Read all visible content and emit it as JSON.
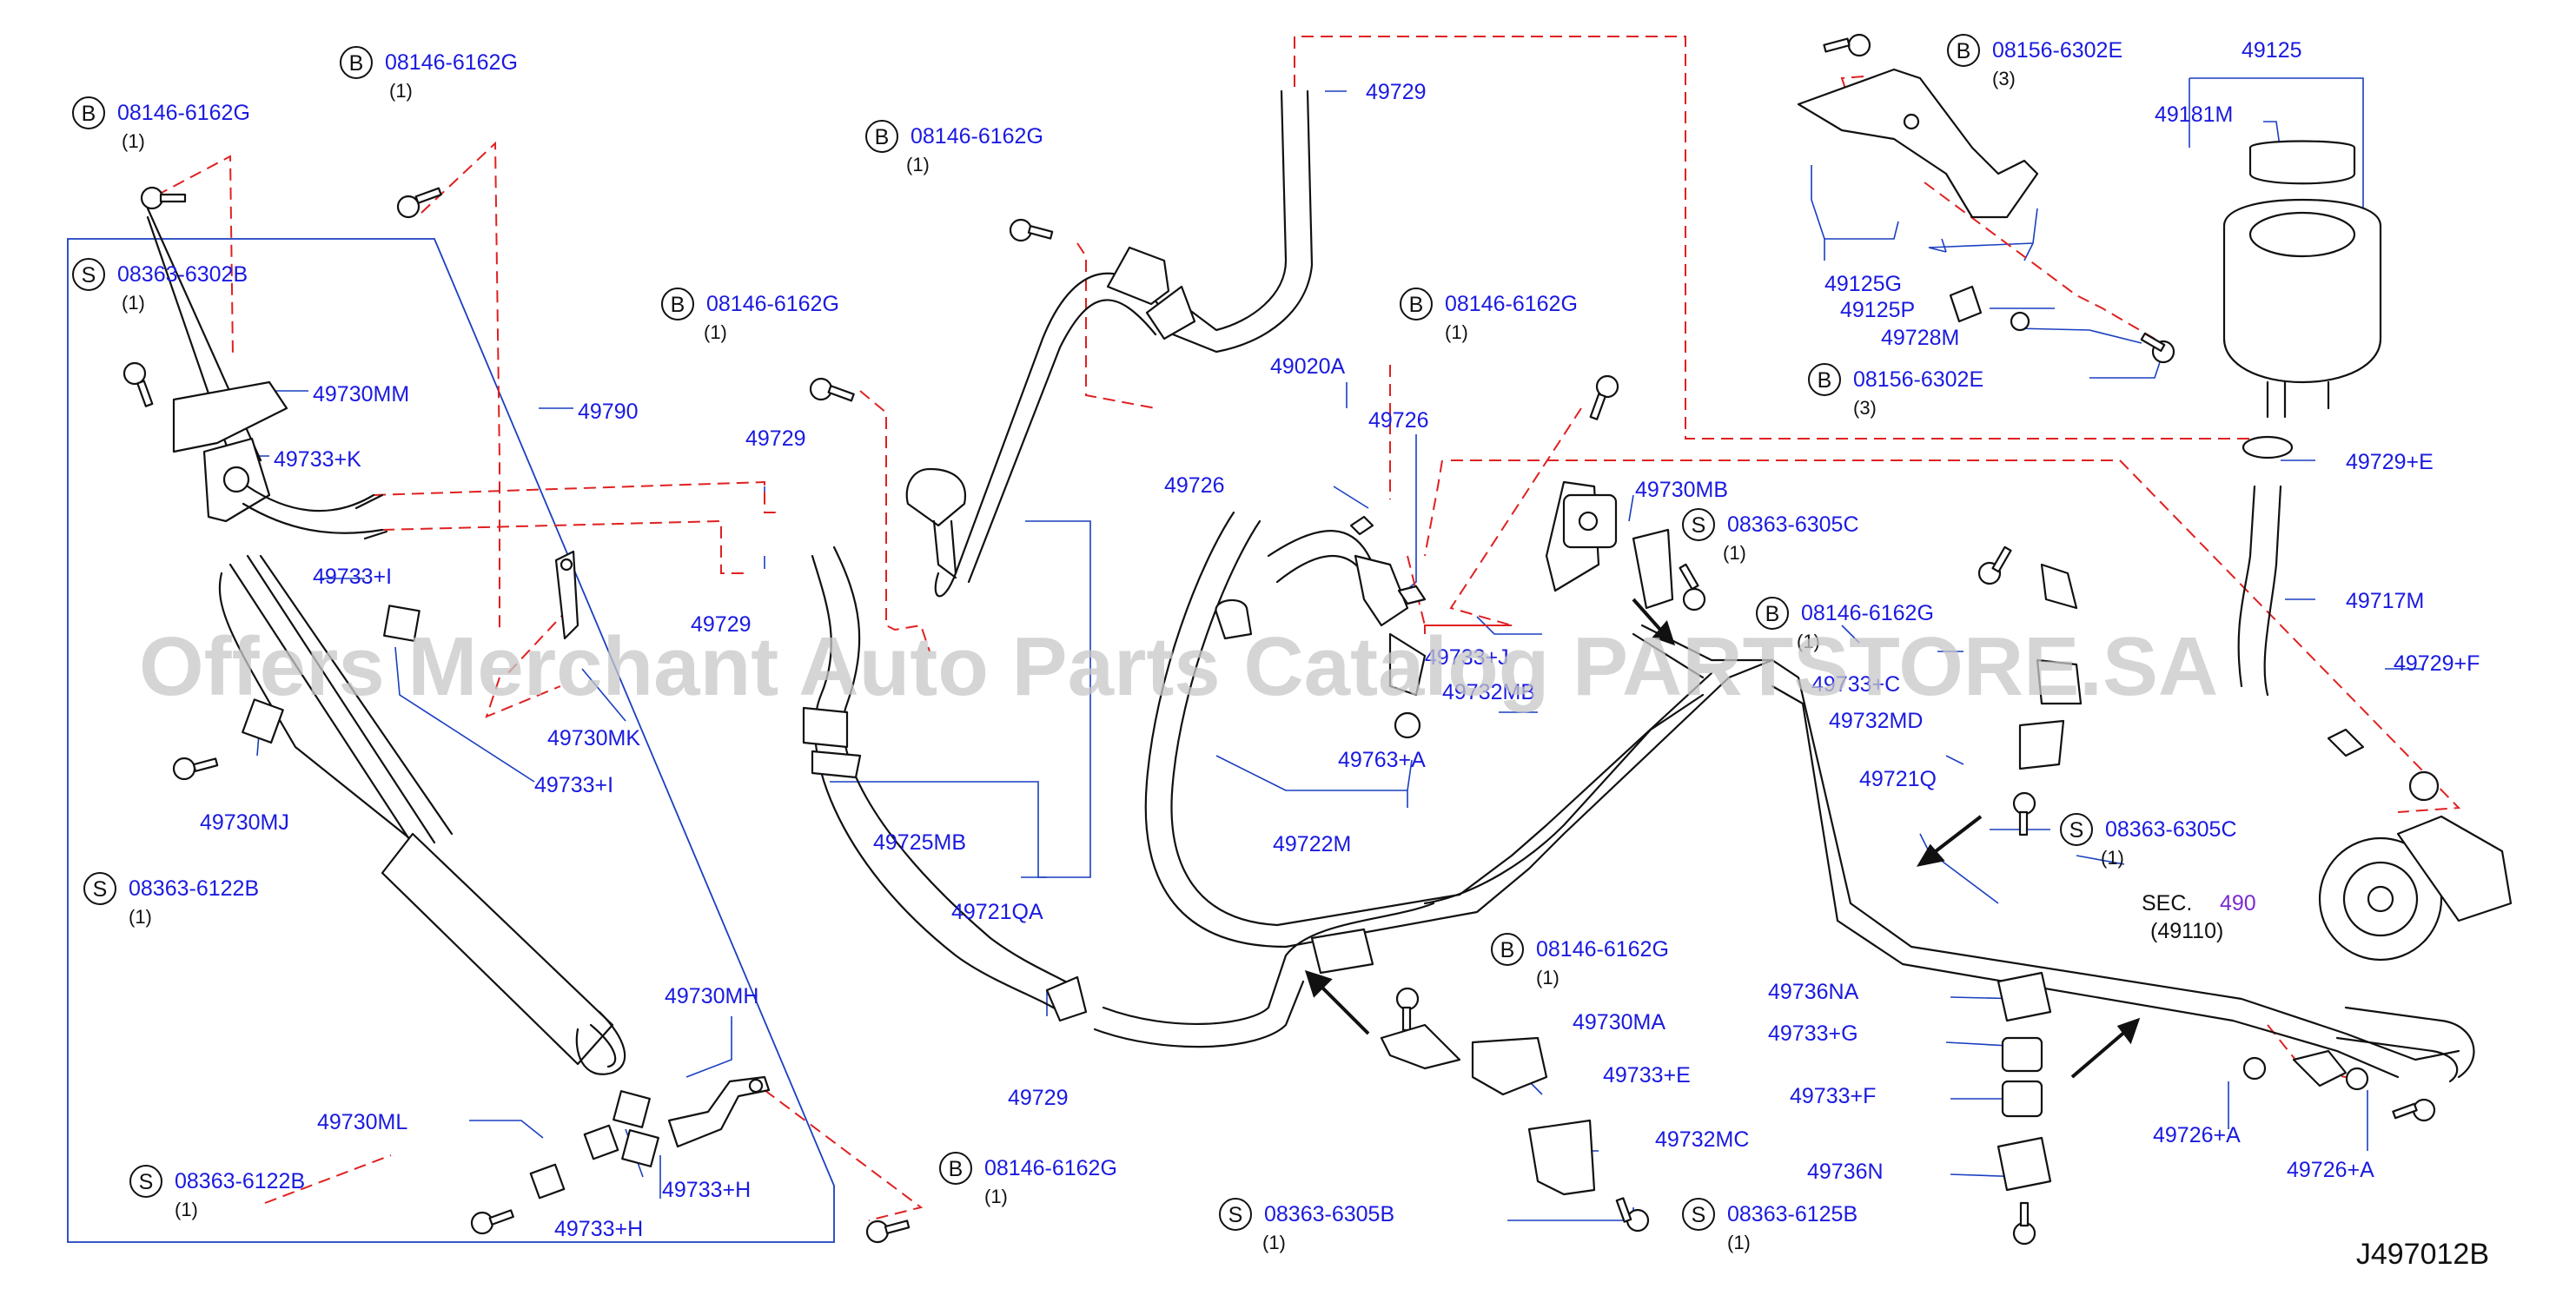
{
  "footer": {
    "diagram_code": "J497012B"
  },
  "watermark": "Offers Merchant Auto Parts Catalog PARTSTORE.SA",
  "section_ref": {
    "prefix": "SEC.",
    "number": "490",
    "sub": "(49110)",
    "number_color": "#7a2bd0"
  },
  "badge_letters": {
    "bolt": "B",
    "screw": "S"
  },
  "fasteners": [
    {
      "type": "B",
      "code": "08146-6162G",
      "qty": "(1)"
    },
    {
      "type": "B",
      "code": "08146-6162G",
      "qty": "(1)"
    },
    {
      "type": "S",
      "code": "08363-6302B",
      "qty": "(1)"
    },
    {
      "type": "S",
      "code": "08363-6122B",
      "qty": "(1)"
    },
    {
      "type": "S",
      "code": "08363-6122B",
      "qty": "(1)"
    },
    {
      "type": "B",
      "code": "08146-6162G",
      "qty": "(1)"
    },
    {
      "type": "B",
      "code": "08146-6162G",
      "qty": "(1)"
    },
    {
      "type": "B",
      "code": "08146-6162G",
      "qty": "(1)"
    },
    {
      "type": "B",
      "code": "08146-6162G",
      "qty": "(1)"
    },
    {
      "type": "S",
      "code": "08363-6305C",
      "qty": "(1)"
    },
    {
      "type": "B",
      "code": "08146-6162G",
      "qty": "(1)"
    },
    {
      "type": "S",
      "code": "08363-6305C",
      "qty": "(1)"
    },
    {
      "type": "B",
      "code": "08146-6162G",
      "qty": "(1)"
    },
    {
      "type": "S",
      "code": "08363-6305B",
      "qty": "(1)"
    },
    {
      "type": "S",
      "code": "08363-6125B",
      "qty": "(1)"
    },
    {
      "type": "B",
      "code": "08156-6302E",
      "qty": "(3)"
    },
    {
      "type": "B",
      "code": "08156-6302E",
      "qty": "(3)"
    }
  ],
  "parts": [
    "49730MM",
    "49733+K",
    "49790",
    "49733+I",
    "49733+I",
    "49730MK",
    "49730MJ",
    "49730MH",
    "49730ML",
    "49733+H",
    "49733+H",
    "49729",
    "49729",
    "49729",
    "49729",
    "49725MB",
    "49721QA",
    "49020A",
    "49726",
    "49726",
    "49730MB",
    "49733+J",
    "49732MB",
    "49763+A",
    "49722M",
    "49733+C",
    "49732MD",
    "49721Q",
    "49730MA",
    "49733+E",
    "49732MC",
    "49736NA",
    "49733+G",
    "49733+F",
    "49736N",
    "49726+A",
    "49726+A",
    "49125",
    "49181M",
    "49125G",
    "49125P",
    "49728M",
    "49729+E",
    "49717M",
    "49729+F"
  ]
}
